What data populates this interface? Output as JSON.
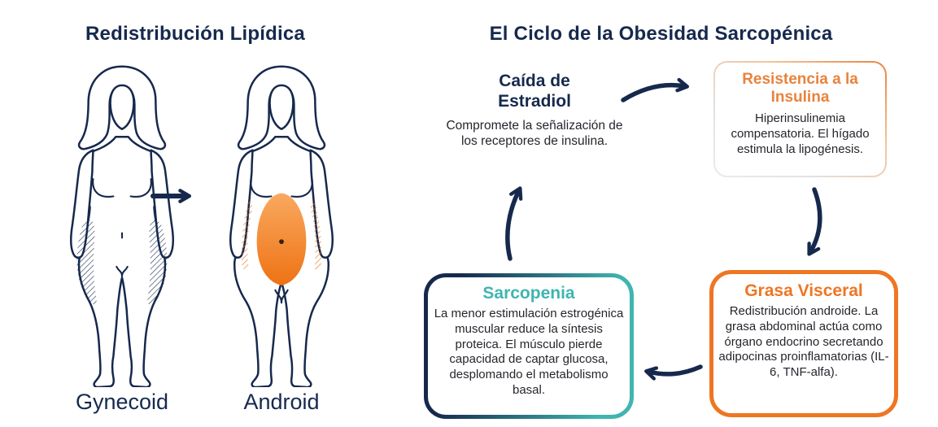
{
  "left_panel": {
    "title": "Redistribución Lipídica",
    "figures": [
      {
        "id": "gynecoid",
        "label": "Gynecoid",
        "highlight": "navy hatched hips and outer thighs"
      },
      {
        "id": "android",
        "label": "Android",
        "highlight": "orange abdominal fat with hatched flanks"
      }
    ]
  },
  "right_panel": {
    "title": "El Ciclo de la Obesidad Sarcopénica",
    "nodes": [
      {
        "id": "estradiol",
        "title": "Caída de Estradiol",
        "body": "Compromete la señalización de los receptores de insulina.",
        "accent": "#16294D"
      },
      {
        "id": "resistencia",
        "title": "Resistencia a la Insulina",
        "body": "Hiperinsulinemia compensatoria. El hígado estimula la lipogénesis.",
        "accent": "#E8833D"
      },
      {
        "id": "grasa",
        "title": "Grasa Visceral",
        "body": "Redistribución androide. La grasa abdominal actúa como órgano endocrino secretando adipocinas proinflamatorias (IL-6, TNF-alfa).",
        "accent": "#EE7623"
      },
      {
        "id": "sarcopenia",
        "title": "Sarcopenia",
        "body": "La menor estimulación estrogénica muscular reduce la síntesis proteica. El músculo pierde capacidad de captar glucosa, desplomando el metabolismo basal.",
        "accent": "#3FB5B0"
      }
    ],
    "cycle_order": [
      "estradiol",
      "resistencia",
      "grasa",
      "sarcopenia"
    ]
  },
  "colors": {
    "navy": "#16294D",
    "orange_accent": "#E8833D",
    "orange_strong": "#EE7623",
    "belly_top": "#F9A95F",
    "belly_bottom": "#EE7214",
    "teal": "#3FB5B0",
    "text": "#24262C",
    "border_gray": "#E3E3E9"
  }
}
